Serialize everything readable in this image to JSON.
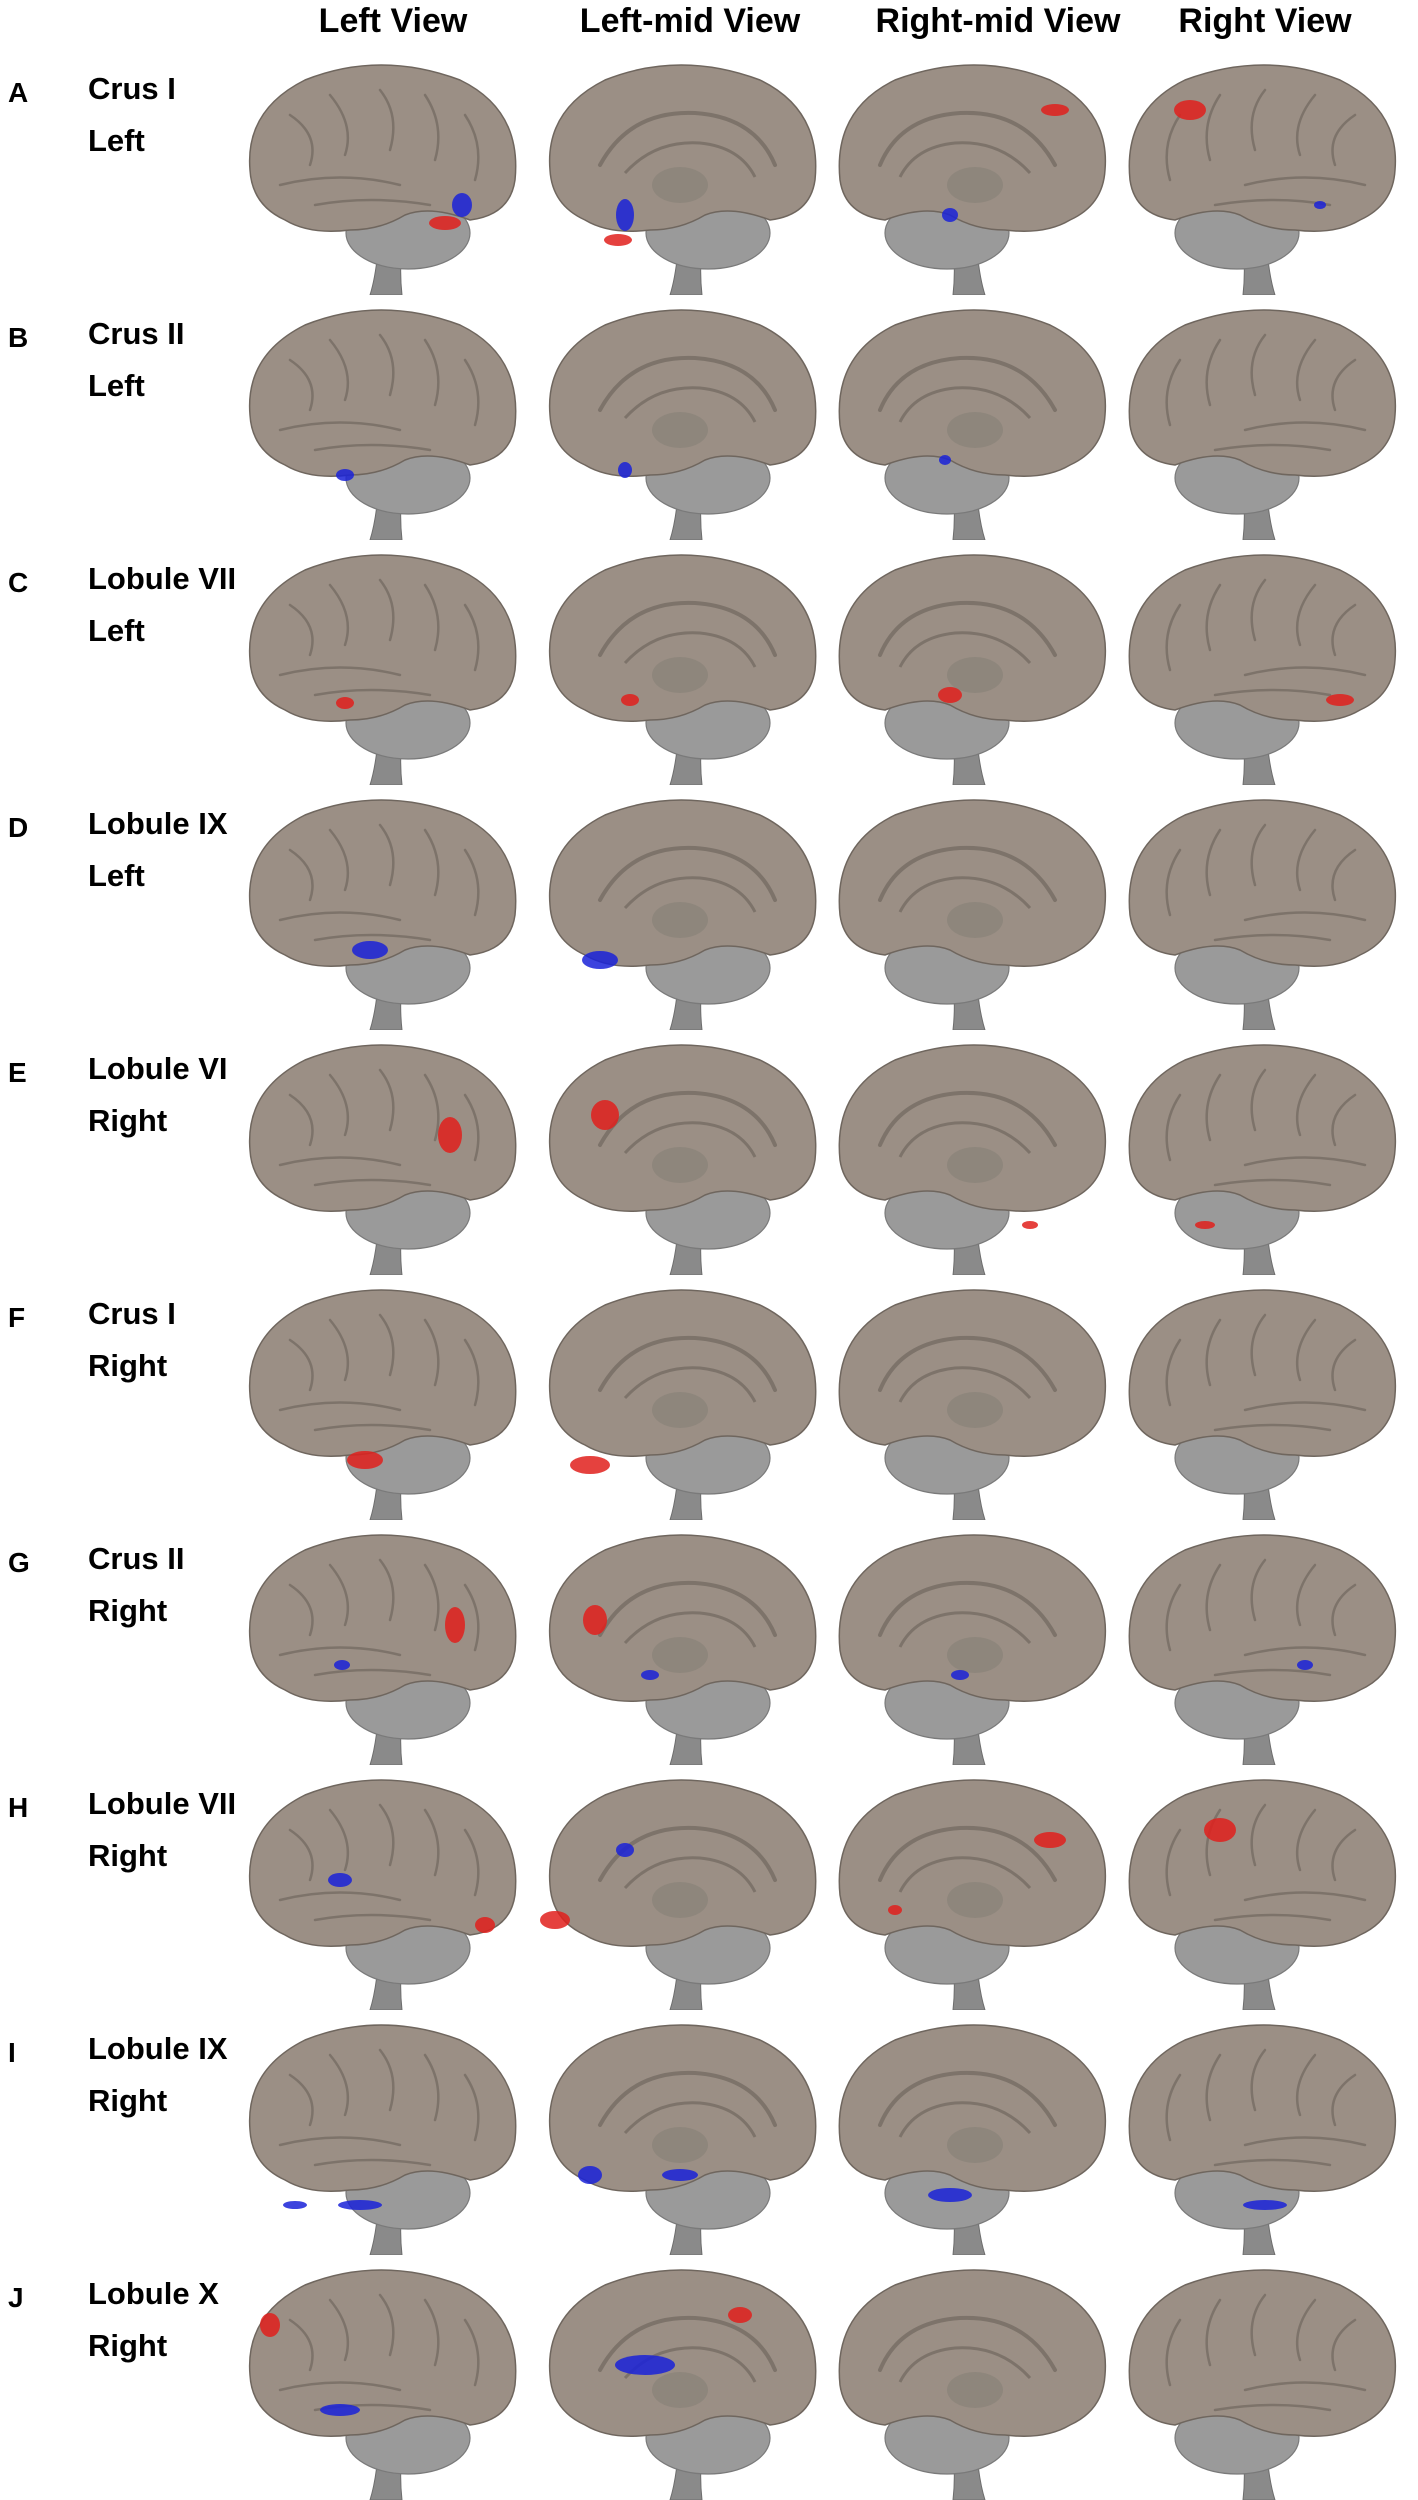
{
  "views": [
    "Left View",
    "Left-mid View",
    "Right-mid View",
    "Right View"
  ],
  "rows": [
    {
      "letter": "A",
      "region": "Crus I",
      "side": "Left"
    },
    {
      "letter": "B",
      "region": "Crus II",
      "side": "Left"
    },
    {
      "letter": "C",
      "region": "Lobule VII",
      "side": "Left"
    },
    {
      "letter": "D",
      "region": "Lobule IX",
      "side": "Left"
    },
    {
      "letter": "E",
      "region": "Lobule VI",
      "side": "Right"
    },
    {
      "letter": "F",
      "region": "Crus I",
      "side": "Right"
    },
    {
      "letter": "G",
      "region": "Crus II",
      "side": "Right"
    },
    {
      "letter": "H",
      "region": "Lobule VII",
      "side": "Right"
    },
    {
      "letter": "I",
      "region": "Lobule IX",
      "side": "Right"
    },
    {
      "letter": "J",
      "region": "Lobule X",
      "side": "Right"
    }
  ],
  "colors": {
    "cortex": "#9b8f85",
    "cortex_edge": "#6f665e",
    "sulcus": "#7d736a",
    "cerebellum": "#9a9a9a",
    "brainstem": "#8a8a8a",
    "positive": "#e0201c",
    "negative": "#1a22d8"
  }
}
